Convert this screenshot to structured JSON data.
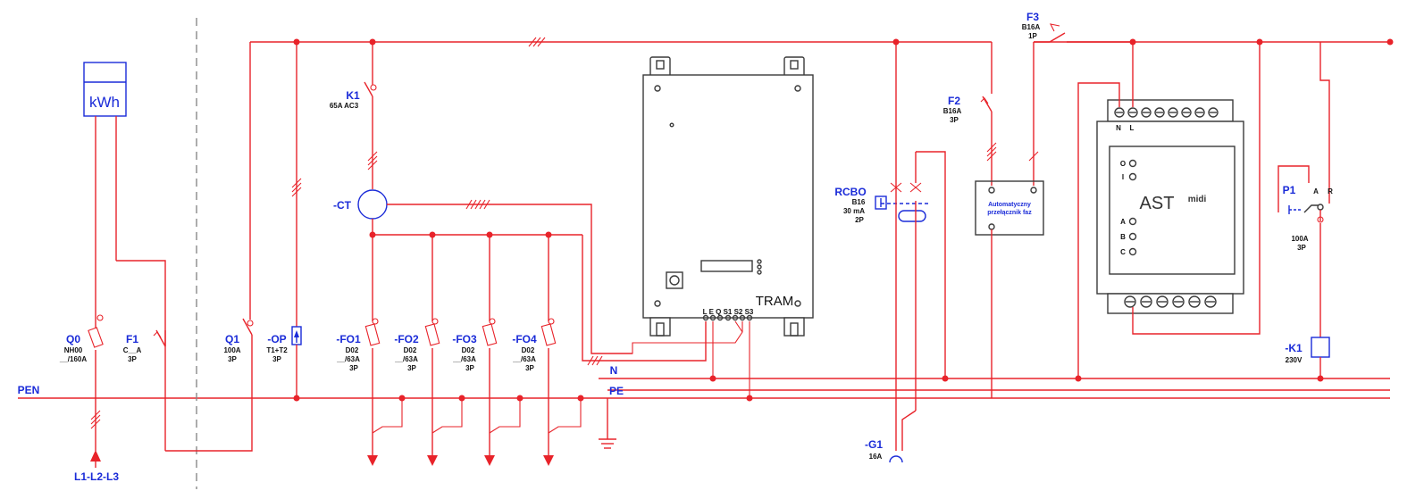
{
  "colors": {
    "wire": "#e8232a",
    "label": "#1a2bd8",
    "device": "#3a3a3a",
    "background": "#ffffff"
  },
  "meter": {
    "label": "kWh"
  },
  "bus": {
    "pen": "PEN",
    "n": "N",
    "pe": "PE"
  },
  "supply": {
    "label": "L1-L2-L3"
  },
  "components": {
    "q0": {
      "name": "Q0",
      "line1": "NH00",
      "line2": "__/160A"
    },
    "f1": {
      "name": "F1",
      "line1": "C__A",
      "line2": "3P"
    },
    "q1": {
      "name": "Q1",
      "line1": "100A",
      "line2": "3P"
    },
    "op": {
      "name": "-OP",
      "line1": "T1+T2",
      "line2": "3P"
    },
    "k1": {
      "name": "K1",
      "line1": "65A AC3"
    },
    "ct": {
      "name": "-CT"
    },
    "fo1": {
      "name": "-FO1",
      "line1": "D02",
      "line2": "__/63A",
      "line3": "3P"
    },
    "fo2": {
      "name": "-FO2",
      "line1": "D02",
      "line2": "__/63A",
      "line3": "3P"
    },
    "fo3": {
      "name": "-FO3",
      "line1": "D02",
      "line2": "__/63A",
      "line3": "3P"
    },
    "fo4": {
      "name": "-FO4",
      "line1": "D02",
      "line2": "__/63A",
      "line3": "3P"
    },
    "rcbo": {
      "name": "RCBO",
      "line1": "B16",
      "line2": "30 mA",
      "line3": "2P"
    },
    "g1": {
      "name": "-G1",
      "line1": "16A"
    },
    "f2": {
      "name": "F2",
      "line1": "B16A",
      "line2": "3P"
    },
    "f3": {
      "name": "F3",
      "line1": "B16A",
      "line2": "1P"
    },
    "p1": {
      "name": "P1",
      "line1": "100A",
      "line2": "3P",
      "contact_a": "A",
      "contact_r": "R"
    },
    "k1_coil": {
      "name": "-K1",
      "line1": "230V"
    }
  },
  "tram": {
    "label": "TRAM",
    "terminals": "L  E  Q  S1 S2 S3"
  },
  "phase_switch": {
    "line1": "Automatyczny",
    "line2": "przełącznik faz"
  },
  "ast": {
    "brand": "AST",
    "model": "midi",
    "terminal_n": "N",
    "terminal_l": "L",
    "led_o": "O",
    "led_i": "I",
    "in_a": "A",
    "in_b": "B",
    "in_c": "C"
  }
}
